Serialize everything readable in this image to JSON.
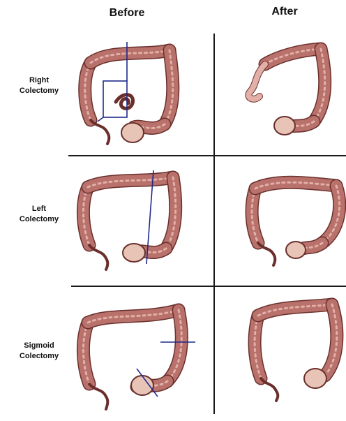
{
  "headers": {
    "before": "Before",
    "after": "After"
  },
  "rows": [
    {
      "line1": "Right",
      "line2": "Colectomy"
    },
    {
      "line1": "Left",
      "line2": "Colectomy"
    },
    {
      "line1": "Sigmoid",
      "line2": "Colectomy"
    }
  ],
  "colors": {
    "colon_fill": "#b8716b",
    "colon_stroke": "#6a2f2c",
    "colon_highlight": "#e2b0a8",
    "rectum_fill": "#e8c4b6",
    "cut_line": "#1f2a8a",
    "grid_line": "#1a1a1a"
  }
}
